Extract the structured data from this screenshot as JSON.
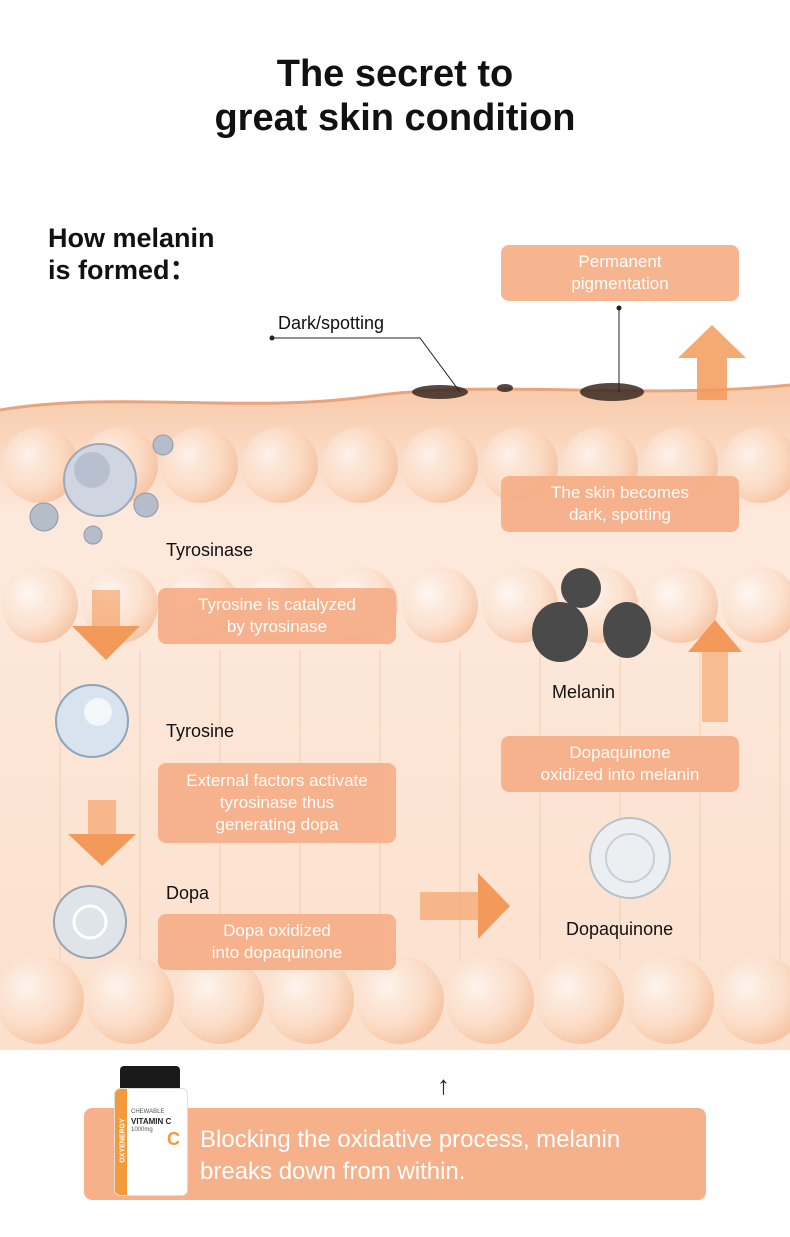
{
  "title": "The secret to\ngreat skin condition",
  "subtitle": "How melanin\nis formed：",
  "labels": {
    "dark_spotting": "Dark/spotting",
    "tyrosinase": "Tyrosinase",
    "tyrosine": "Tyrosine",
    "dopa": "Dopa",
    "melanin": "Melanin",
    "dopaquinone": "Dopaquinone"
  },
  "boxes": {
    "permanent": "Permanent\npigmentation",
    "skin_becomes": "The skin becomes\ndark, spotting",
    "tyrosine_catalyzed": "Tyrosine is catalyzed\nby tyrosinase",
    "external_factors": "External factors activate\ntyrosinase thus\ngenerating dopa",
    "dopa_oxidized": "Dopa oxidized\ninto dopaquinone",
    "dopaquinone_oxidized": "Dopaquinone\noxidized into melanin"
  },
  "bottom": {
    "text": "Blocking the oxidative process, melanin\nbreaks down from within.",
    "arrow": "↑"
  },
  "product": {
    "brand": "OXYENERGY",
    "line1": "CHEWABLE",
    "line2": "VITAMIN C",
    "line3": "1000mg",
    "letter": "C"
  },
  "colors": {
    "accent": "#f6b08a",
    "arrow": "#f39a5a",
    "skin": "#fbe3d2"
  }
}
